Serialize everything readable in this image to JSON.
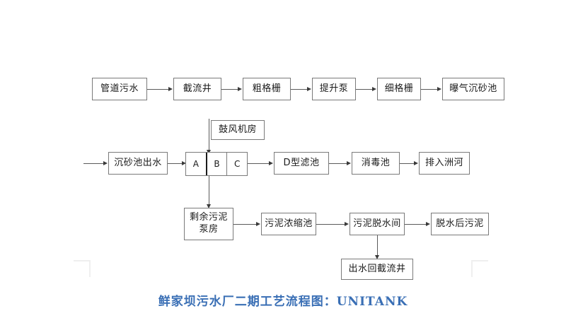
{
  "diagram": {
    "caption": "鲜家坝污水厂二期工艺流程图：UNITANK",
    "caption_color": "#3a6fb5",
    "box_border_color": "#7a7a7a",
    "connector_color": "#5a5a5a",
    "background_color": "#ffffff",
    "row1": [
      {
        "id": "pipe-sewage",
        "label": "管道污水"
      },
      {
        "id": "intercepting-well",
        "label": "截流井"
      },
      {
        "id": "coarse-screen",
        "label": "粗格栅"
      },
      {
        "id": "lift-pump",
        "label": "提升泵"
      },
      {
        "id": "fine-screen",
        "label": "细格栅"
      },
      {
        "id": "aerated-grit",
        "label": "曝气沉砂池"
      }
    ],
    "row2": [
      {
        "id": "grit-effluent",
        "label": "沉砂池出水"
      },
      {
        "id": "d-type-filter",
        "label": "D型滤池"
      },
      {
        "id": "disinfection",
        "label": "消毒池"
      },
      {
        "id": "discharge-river",
        "label": "排入洲河"
      }
    ],
    "reactor": {
      "id": "unitank-reactor",
      "cells": [
        "A",
        "B",
        "C"
      ]
    },
    "blower": {
      "id": "blower-room",
      "label": "鼓风机房"
    },
    "row3": [
      {
        "id": "sludge-pump-house",
        "label": "剩余污泥\n泵房"
      },
      {
        "id": "sludge-thickener",
        "label": "污泥浓缩池"
      },
      {
        "id": "sludge-dewatering",
        "label": "污泥脱水间"
      },
      {
        "id": "dewatered-sludge",
        "label": "脱水后污泥"
      }
    ],
    "row4": [
      {
        "id": "return-to-well",
        "label": "出水回截流井"
      }
    ]
  }
}
